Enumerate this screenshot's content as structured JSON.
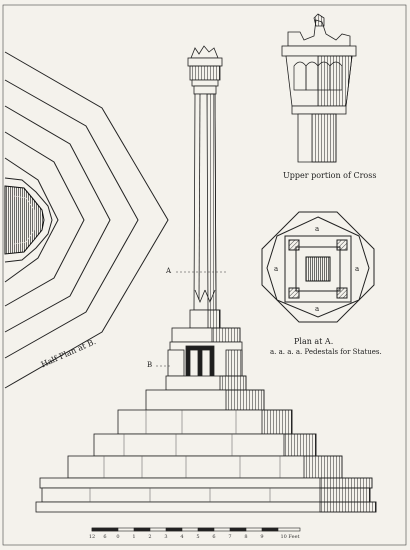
{
  "labels": {
    "upper_portion": "Upper portion of Cross",
    "plan_at_a": "Plan at A.",
    "pedestals": "a. a. a. a. Pedestals for Statues.",
    "half_plan": "Half Plan at B.",
    "marker_a": "A",
    "marker_b": "B",
    "plan_letters": [
      "a",
      "a",
      "a",
      "a"
    ]
  },
  "scale": {
    "ticks": [
      "12",
      "6",
      "0",
      "1",
      "2",
      "3",
      "4",
      "5",
      "6",
      "7",
      "8",
      "9"
    ],
    "unit": "10 Feet"
  },
  "colors": {
    "paper": "#f4f2ec",
    "ink": "#1e1e1e"
  }
}
